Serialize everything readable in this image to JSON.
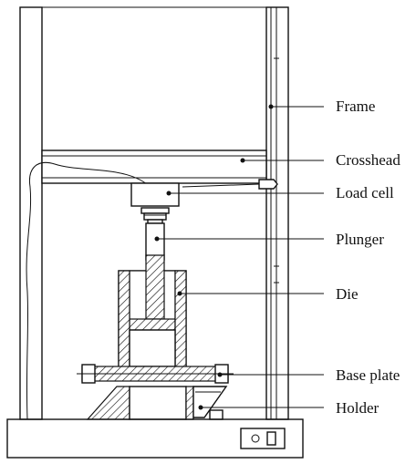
{
  "labels": {
    "frame": "Frame",
    "crosshead": "Crosshead",
    "load_cell": "Load cell",
    "plunger": "Plunger",
    "die": "Die",
    "base_plate": "Base plate",
    "holder": "Holder"
  }
}
